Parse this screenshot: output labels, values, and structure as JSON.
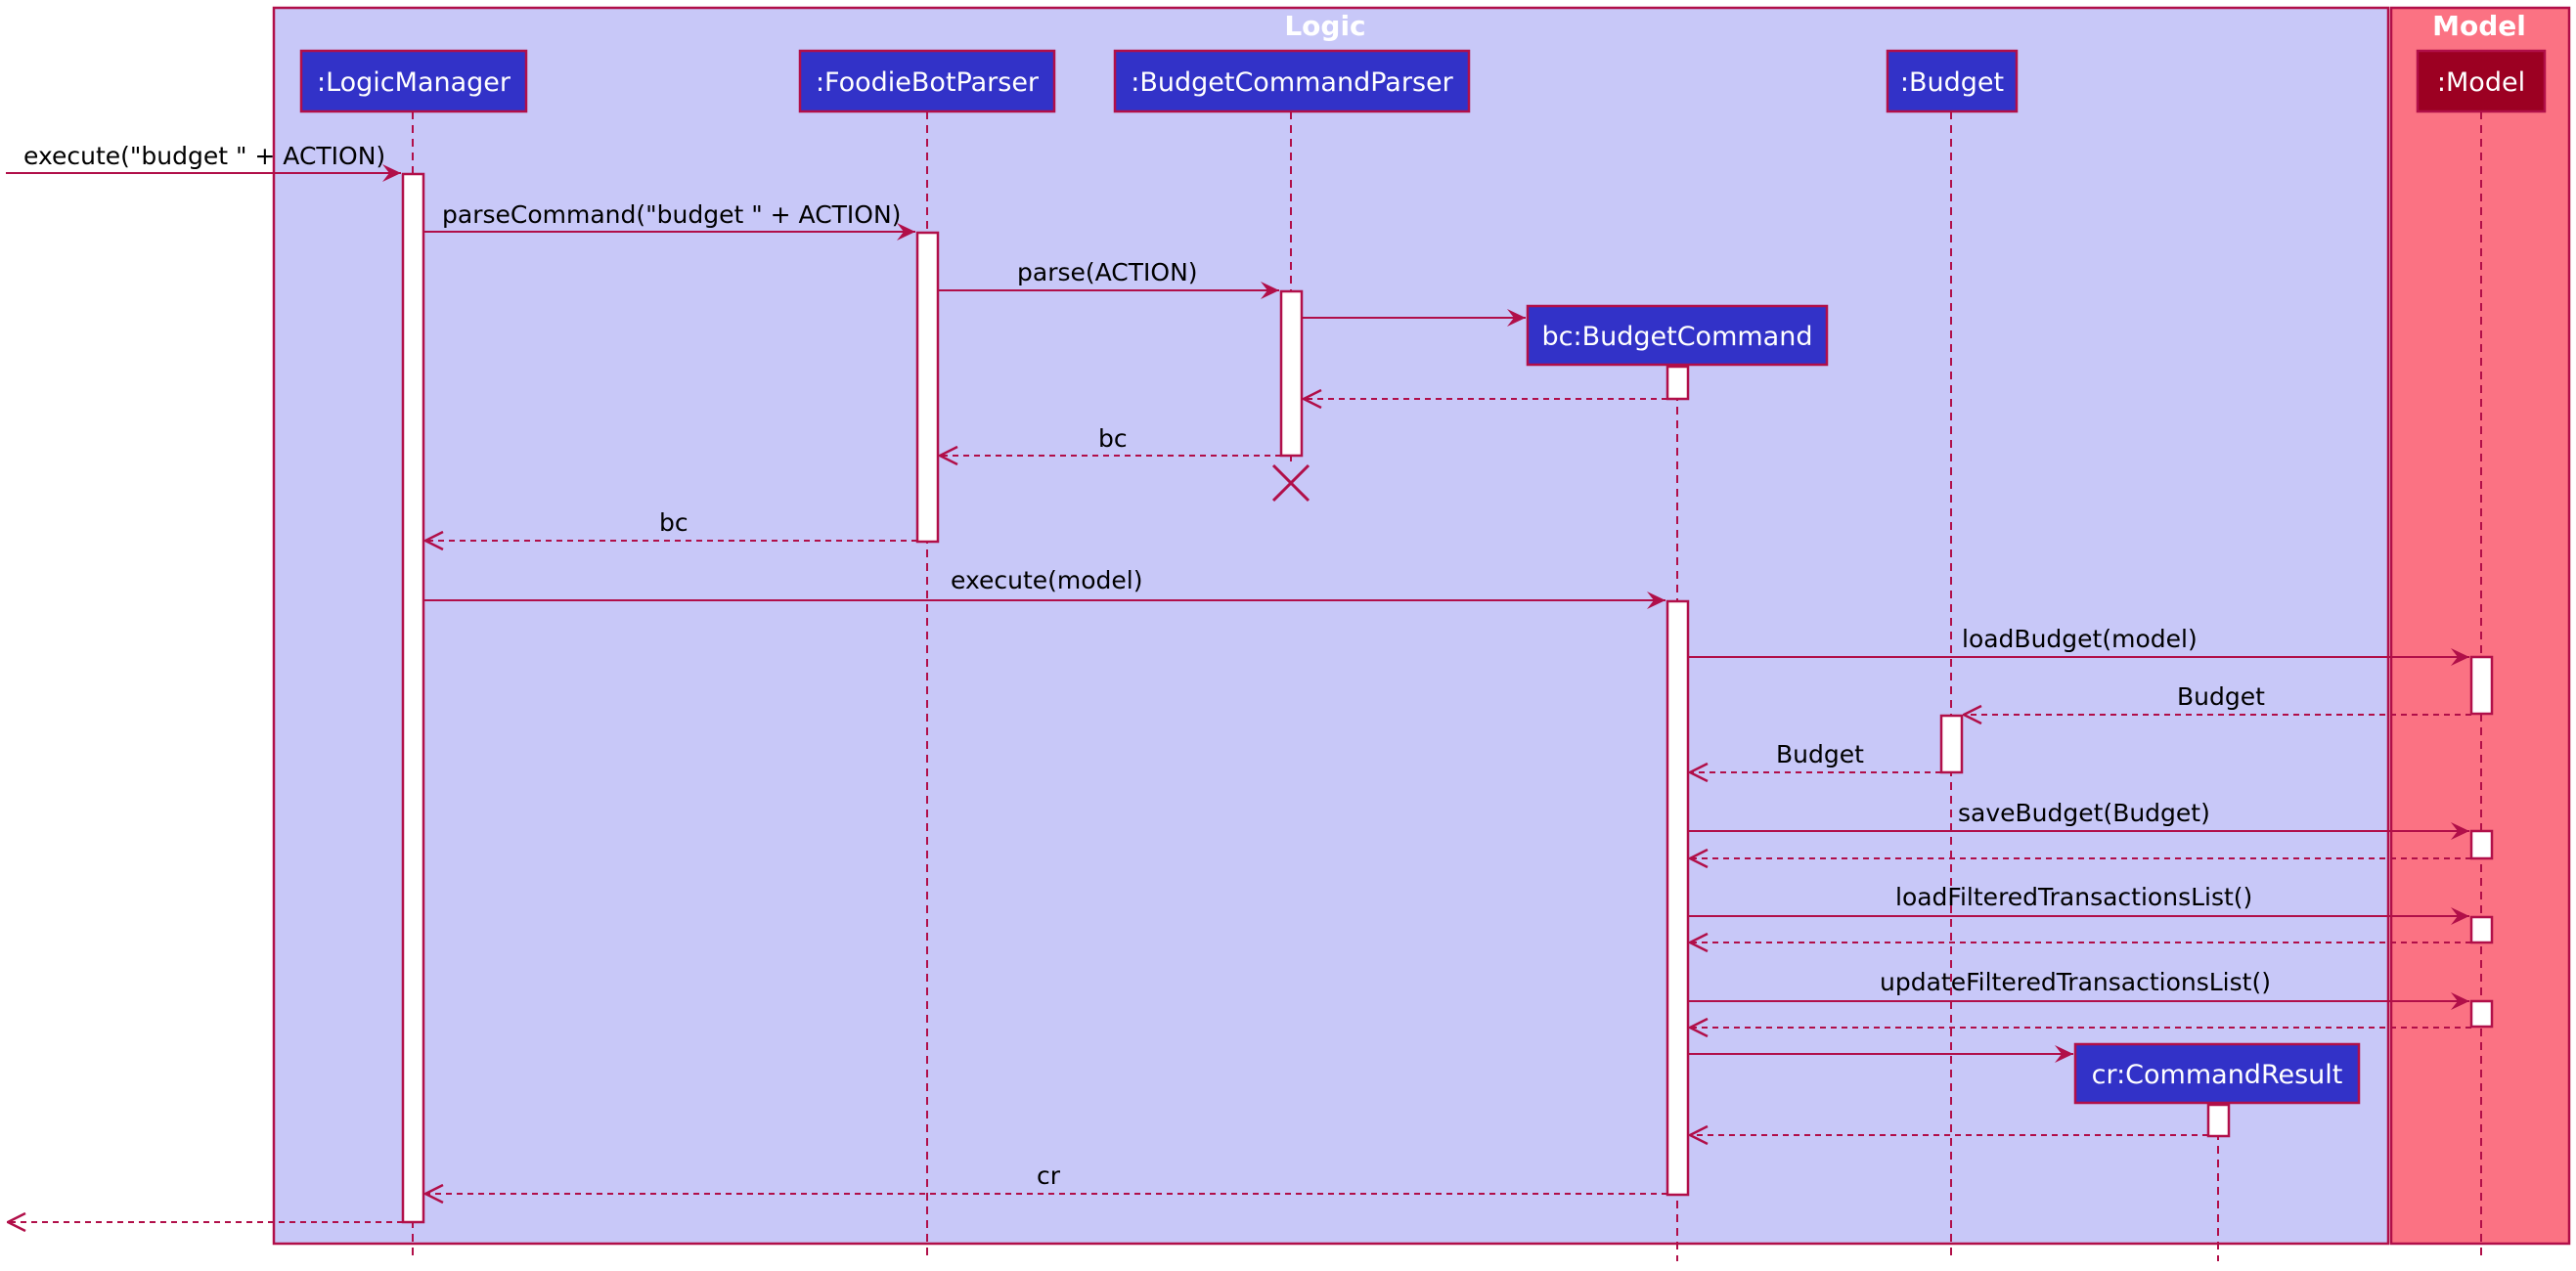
{
  "colors": {
    "logic_fill": "#C8C8F8",
    "model_fill": "#FB7283",
    "border": "#B10F49",
    "participant_fill": "#3232C8",
    "model_participant_fill": "#9C0022",
    "white": "#FFFFFF"
  },
  "boxes": {
    "logic_title": "Logic",
    "model_title": "Model"
  },
  "participants": {
    "logic_manager": ":LogicManager",
    "foodiebot_parser": ":FoodieBotParser",
    "budget_command_parser": ":BudgetCommandParser",
    "budget_command": "bc:BudgetCommand",
    "budget": ":Budget",
    "command_result": "cr:CommandResult",
    "model": ":Model"
  },
  "messages": {
    "m1": "execute(\"budget \" + ACTION)",
    "m2": "parseCommand(\"budget \" + ACTION)",
    "m3": "parse(ACTION)",
    "m4": "bc",
    "m5": "bc",
    "m6": "execute(model)",
    "m7": "loadBudget(model)",
    "m8": "Budget",
    "m9": "Budget",
    "m10": "saveBudget(Budget)",
    "m11": "loadFilteredTransactionsList()",
    "m12": "updateFilteredTransactionsList()",
    "m13": "cr"
  }
}
